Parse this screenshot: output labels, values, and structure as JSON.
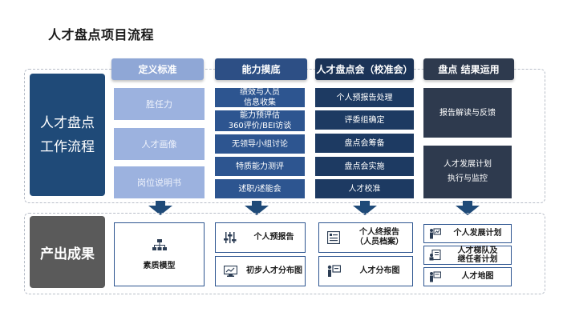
{
  "title": "人才盘点项目流程",
  "left": {
    "process_line1": "人才盘点",
    "process_line2": "工作流程",
    "output": "产出成果"
  },
  "columns": [
    {
      "header": "定义标准",
      "items": [
        "胜任力",
        "人才画像",
        "岗位说明书"
      ]
    },
    {
      "header": "能力摸底",
      "items": [
        {
          "l1": "绩效与人员",
          "l2": "信息收集"
        },
        {
          "l1": "能力预评估",
          "l2": "360评价/BEI访谈"
        },
        {
          "l1": "无领导小组讨论",
          "l2": ""
        },
        {
          "l1": "特质能力测评",
          "l2": ""
        },
        {
          "l1": "述职/述能会",
          "l2": ""
        }
      ]
    },
    {
      "header": "人才盘点会（校准会）",
      "items": [
        "个人预报告处理",
        "评委组确定",
        "盘点会筹备",
        "盘点会实施",
        "人才校准"
      ]
    },
    {
      "header": "盘点  结果运用",
      "items": [
        "报告解读与反馈",
        {
          "l1": "人才发展计划",
          "l2": "执行与监控"
        }
      ]
    }
  ],
  "outputs": {
    "col1": {
      "label": "素质模型",
      "icon": "org-chart-icon"
    },
    "col2": [
      {
        "label": "个人预报告",
        "icon": "sliders-icon"
      },
      {
        "label": "初步人才分布图",
        "icon": "monitor-chart-icon"
      }
    ],
    "col3": [
      {
        "l1": "个人终报告",
        "l2": "（人员档案）",
        "icon": "document-list-icon"
      },
      {
        "l1": "人才分布图",
        "l2": "",
        "icon": "presenter-board-icon"
      }
    ],
    "col4": [
      {
        "l1": "个人发展计划",
        "l2": "",
        "icon": "presenter-chart-icon"
      },
      {
        "l1": "人才梯队及",
        "l2": "继任者计划",
        "icon": "people-doc-icon"
      },
      {
        "l1": "人才地图",
        "l2": "",
        "icon": "person-board-icon"
      }
    ]
  },
  "colors": {
    "dark_blue": "#1f4a78",
    "light_blue": "#9cb2df",
    "mid_blue": "#2d5590",
    "navy": "#1d3a62",
    "slate": "#2e3a4e",
    "gray": "#5a5a5a"
  }
}
